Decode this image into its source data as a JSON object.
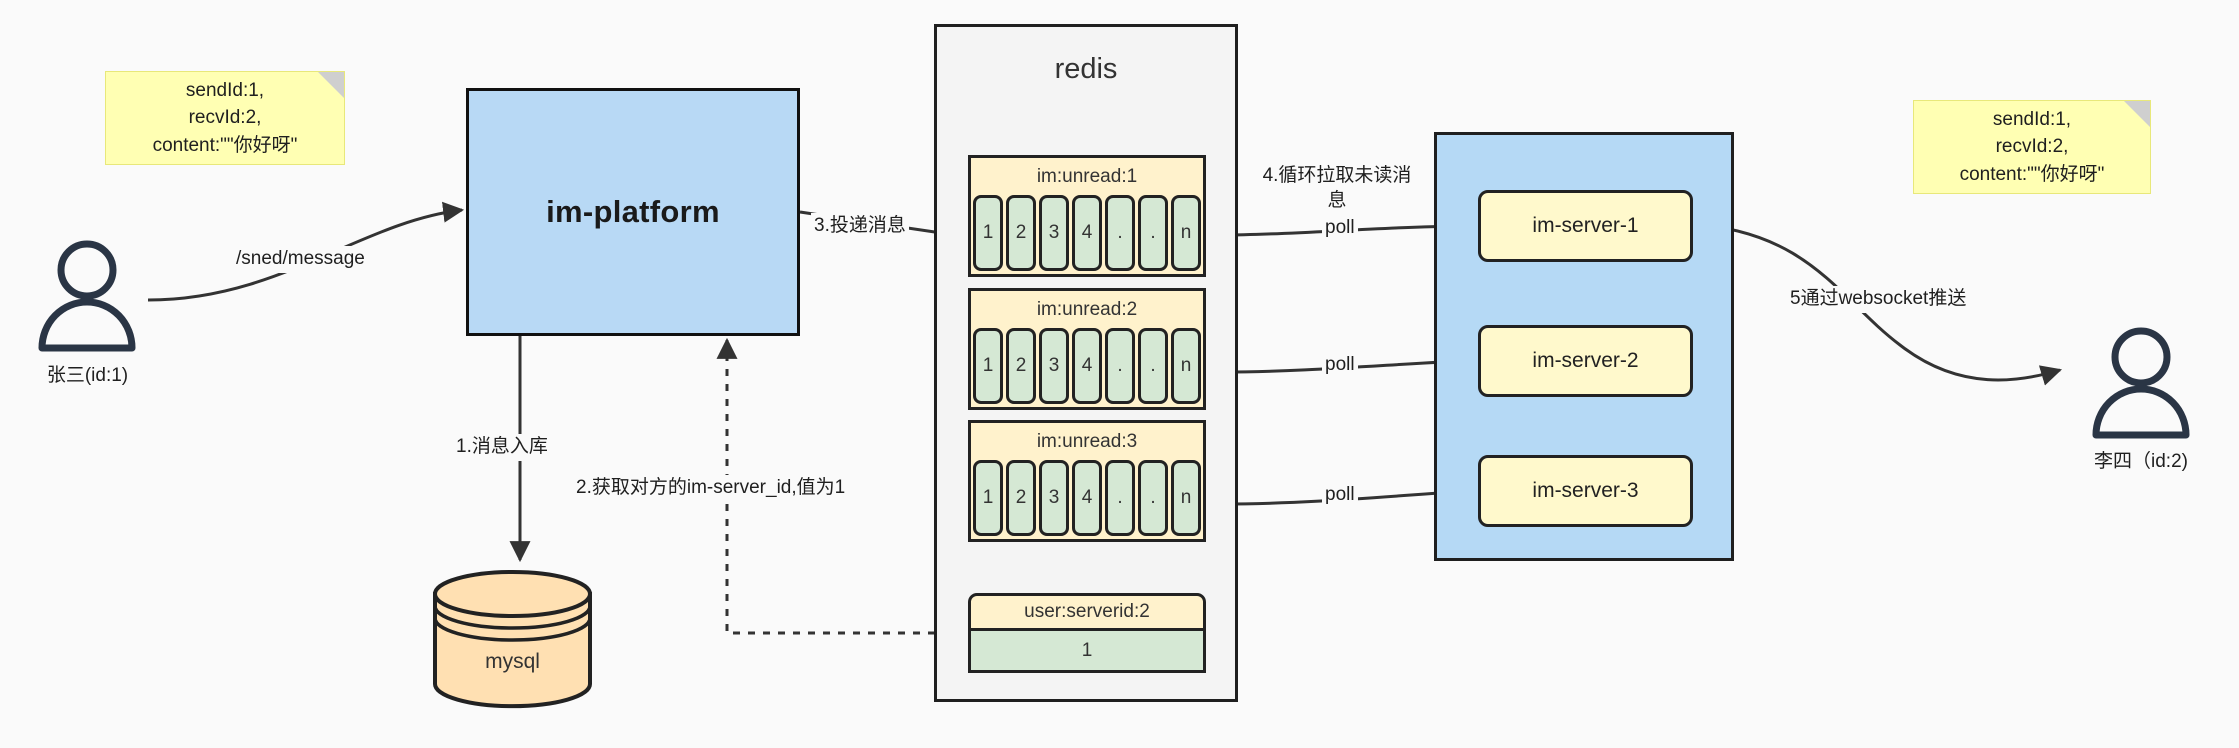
{
  "diagram": {
    "title": "IM message delivery architecture",
    "colors": {
      "note_bg": "#ffffb3",
      "platform_bg": "#b8d9f5",
      "cluster_bg": "#b5d9f5",
      "list_header_bg": "#fff2cc",
      "cell_bg": "#d5e8d4",
      "server_bg": "#fff9cc",
      "db_bg": "#ffe0b2",
      "stroke": "#1f1f1f",
      "canvas_bg": "#fafafa"
    }
  },
  "notes": {
    "left": {
      "line1": "sendId:1,",
      "line2": "recvId:2,",
      "line3": "content:\"\"你好呀\""
    },
    "right": {
      "line1": "sendId:1,",
      "line2": "recvId:2,",
      "line3": "content:\"\"你好呀\""
    }
  },
  "actors": {
    "sender": {
      "label": "张三(id:1)",
      "icon": "user-icon"
    },
    "receiver": {
      "label": "李四（id:2)",
      "icon": "user-icon"
    }
  },
  "platform": {
    "label": "im-platform"
  },
  "database": {
    "label": "mysql",
    "icon": "database-cylinder-icon"
  },
  "redis": {
    "title": "redis",
    "lists": [
      {
        "key": "im:unread:1",
        "cells": [
          "1",
          "2",
          "3",
          "4",
          ".",
          ".",
          "n"
        ]
      },
      {
        "key": "im:unread:2",
        "cells": [
          "1",
          "2",
          "3",
          "4",
          ".",
          ".",
          "n"
        ]
      },
      {
        "key": "im:unread:3",
        "cells": [
          "1",
          "2",
          "3",
          "4",
          ".",
          ".",
          "n"
        ]
      }
    ],
    "kv": {
      "key": "user:serverid:2",
      "value": "1"
    }
  },
  "cluster": {
    "servers": [
      {
        "label": "im-server-1"
      },
      {
        "label": "im-server-2"
      },
      {
        "label": "im-server-3"
      }
    ]
  },
  "edges": {
    "send_message": "/sned/message",
    "step1": "1.消息入库",
    "step2": "2.获取对方的im-server_id,值为1",
    "step3": "3.投递消息",
    "step4_line1": "4.循环拉取未读消",
    "step4_line2": "息",
    "step5": "5通过websocket推送",
    "poll1": "poll",
    "poll2": "poll",
    "poll3": "poll"
  }
}
